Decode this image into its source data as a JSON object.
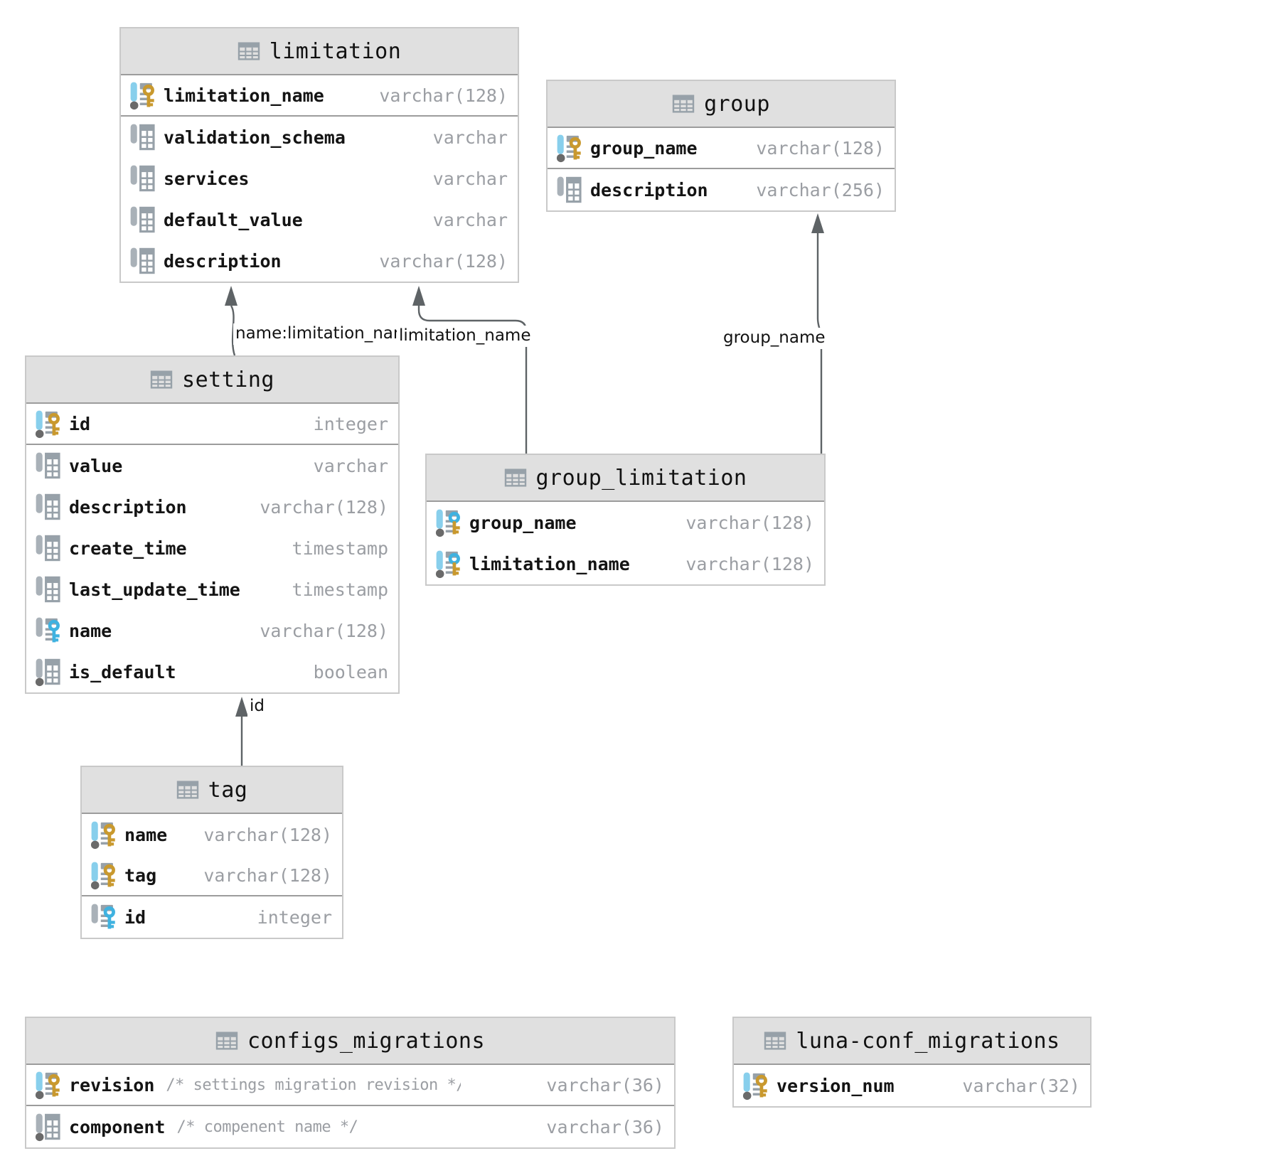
{
  "diagram": {
    "page_background": "#FFFFFF",
    "colors": {
      "table_header_bg": "#E0E0E0",
      "table_border": "#C9C9C9",
      "section_divider": "#9C9C9C",
      "column_name_text": "#141414",
      "type_text": "#9B9EA3",
      "comment_text": "#9B9EA3",
      "primary_key_gold": "#C9992E",
      "foreign_key_blue": "#3FB2E0",
      "indexed_bar_blue": "#88CFEC",
      "column_bar_gray": "#A9B1B8",
      "not_null_dot_gray": "#6A6A6A",
      "icon_gray": "#97A1A9",
      "arrow_gray": "#5E6366",
      "edge_label_text": "#111111"
    },
    "tables": [
      {
        "id": "limitation",
        "title": "limitation",
        "columns": [
          {
            "name": "limitation_name",
            "type": "varchar(128)",
            "icon": "primary-key",
            "sep_after": true
          },
          {
            "name": "validation_schema",
            "type": "varchar",
            "icon": "column"
          },
          {
            "name": "services",
            "type": "varchar",
            "icon": "column"
          },
          {
            "name": "default_value",
            "type": "varchar",
            "icon": "column"
          },
          {
            "name": "description",
            "type": "varchar(128)",
            "icon": "column"
          }
        ]
      },
      {
        "id": "group",
        "title": "group",
        "columns": [
          {
            "name": "group_name",
            "type": "varchar(128)",
            "icon": "primary-key",
            "sep_after": true
          },
          {
            "name": "description",
            "type": "varchar(256)",
            "icon": "column"
          }
        ]
      },
      {
        "id": "setting",
        "title": "setting",
        "columns": [
          {
            "name": "id",
            "type": "integer",
            "icon": "primary-key",
            "sep_after": true
          },
          {
            "name": "value",
            "type": "varchar",
            "icon": "column"
          },
          {
            "name": "description",
            "type": "varchar(128)",
            "icon": "column"
          },
          {
            "name": "create_time",
            "type": "timestamp",
            "icon": "column"
          },
          {
            "name": "last_update_time",
            "type": "timestamp",
            "icon": "column"
          },
          {
            "name": "name",
            "type": "varchar(128)",
            "icon": "foreign-key"
          },
          {
            "name": "is_default",
            "type": "boolean",
            "icon": "not-null-column"
          }
        ]
      },
      {
        "id": "group_limitation",
        "title": "group_limitation",
        "columns": [
          {
            "name": "group_name",
            "type": "varchar(128)",
            "icon": "primary-foreign-key"
          },
          {
            "name": "limitation_name",
            "type": "varchar(128)",
            "icon": "primary-foreign-key"
          }
        ]
      },
      {
        "id": "tag",
        "title": "tag",
        "columns": [
          {
            "name": "name",
            "type": "varchar(128)",
            "icon": "primary-key"
          },
          {
            "name": "tag",
            "type": "varchar(128)",
            "icon": "primary-key",
            "sep_after": true
          },
          {
            "name": "id",
            "type": "integer",
            "icon": "foreign-key"
          }
        ]
      },
      {
        "id": "configs_migrations",
        "title": "configs_migrations",
        "columns": [
          {
            "name": "revision",
            "comment": "/* settings migration revision */",
            "type": "varchar(36)",
            "icon": "primary-key",
            "sep_after": true
          },
          {
            "name": "component",
            "comment": "/* compenent name */",
            "type": "varchar(36)",
            "icon": "not-null-column"
          }
        ]
      },
      {
        "id": "luna-conf_migrations",
        "title": "luna-conf_migrations",
        "columns": [
          {
            "name": "version_num",
            "type": "varchar(32)",
            "icon": "primary-key"
          }
        ]
      }
    ],
    "edges": [
      {
        "from": "setting",
        "to": "limitation",
        "label": "name:limitation_name"
      },
      {
        "from": "group_limitation",
        "to": "limitation",
        "label": "limitation_name"
      },
      {
        "from": "group_limitation",
        "to": "group",
        "label": "group_name"
      },
      {
        "from": "tag",
        "to": "setting",
        "label": "id"
      }
    ]
  }
}
